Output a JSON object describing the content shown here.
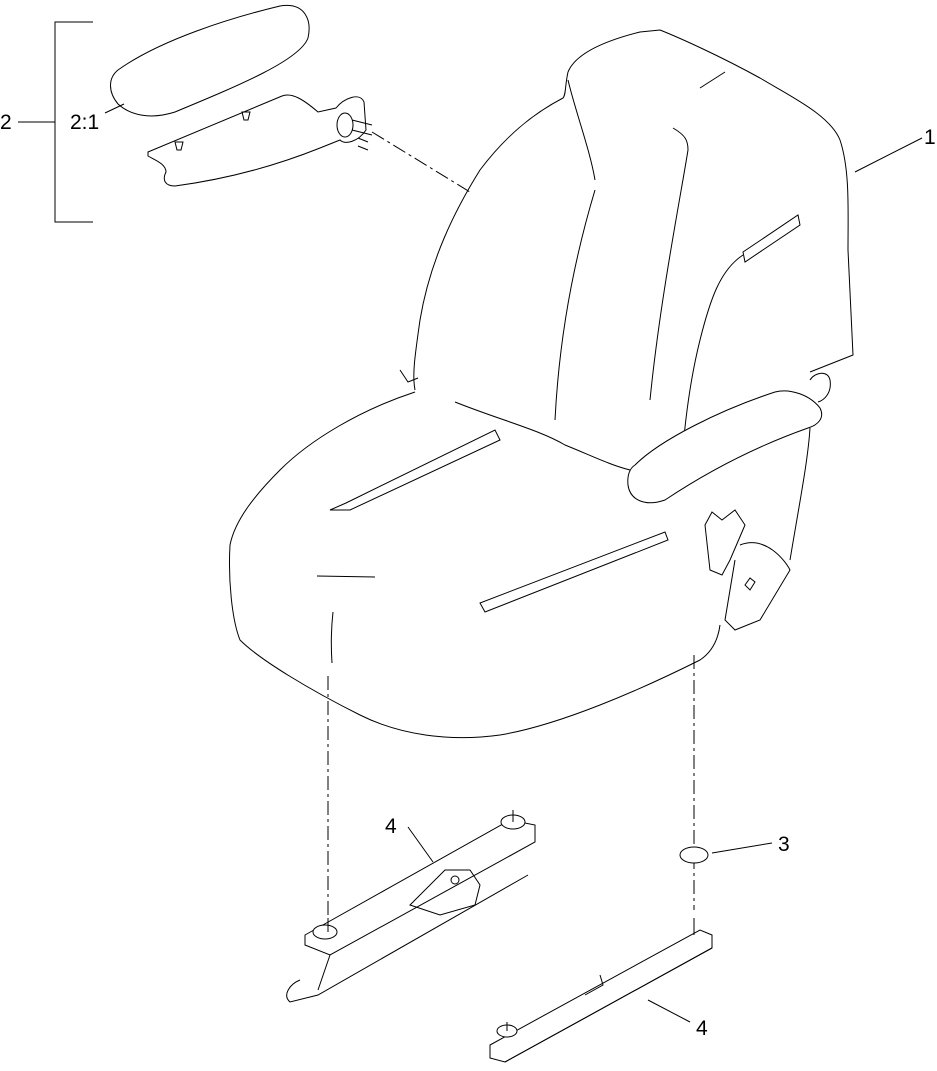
{
  "diagram": {
    "type": "exploded parts diagram",
    "subject": "operator seat assembly",
    "colors": {
      "line": "#000000",
      "background": "#ffffff"
    },
    "callouts": [
      {
        "id": "1",
        "label": "1",
        "part": "seat"
      },
      {
        "id": "2",
        "label": "2",
        "part": "armrest assembly (bracketed group)"
      },
      {
        "id": "2:1",
        "label": "2:1",
        "part": "armrest pad"
      },
      {
        "id": "3",
        "label": "3",
        "part": "washer"
      },
      {
        "id": "4a",
        "label": "4",
        "part": "seat slide rail (with adjuster latch)"
      },
      {
        "id": "4b",
        "label": "4",
        "part": "seat slide rail"
      }
    ]
  }
}
